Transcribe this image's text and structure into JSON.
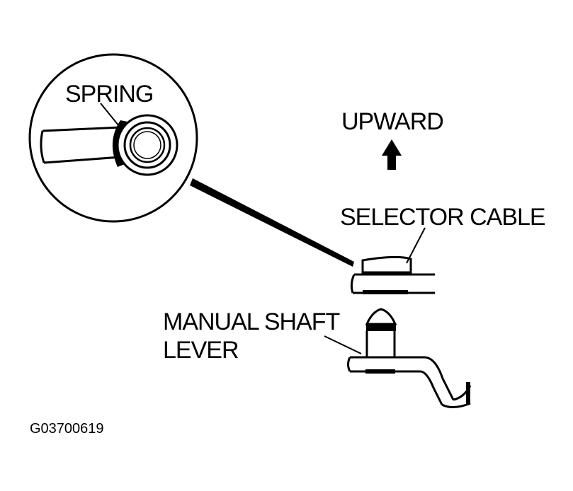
{
  "labels": {
    "spring": "SPRING",
    "upward": "UPWARD",
    "selector_cable": "SELECTOR CABLE",
    "manual_shaft_line1": "MANUAL SHAFT",
    "manual_shaft_line2": "LEVER",
    "figure_id": "G03700619"
  }
}
